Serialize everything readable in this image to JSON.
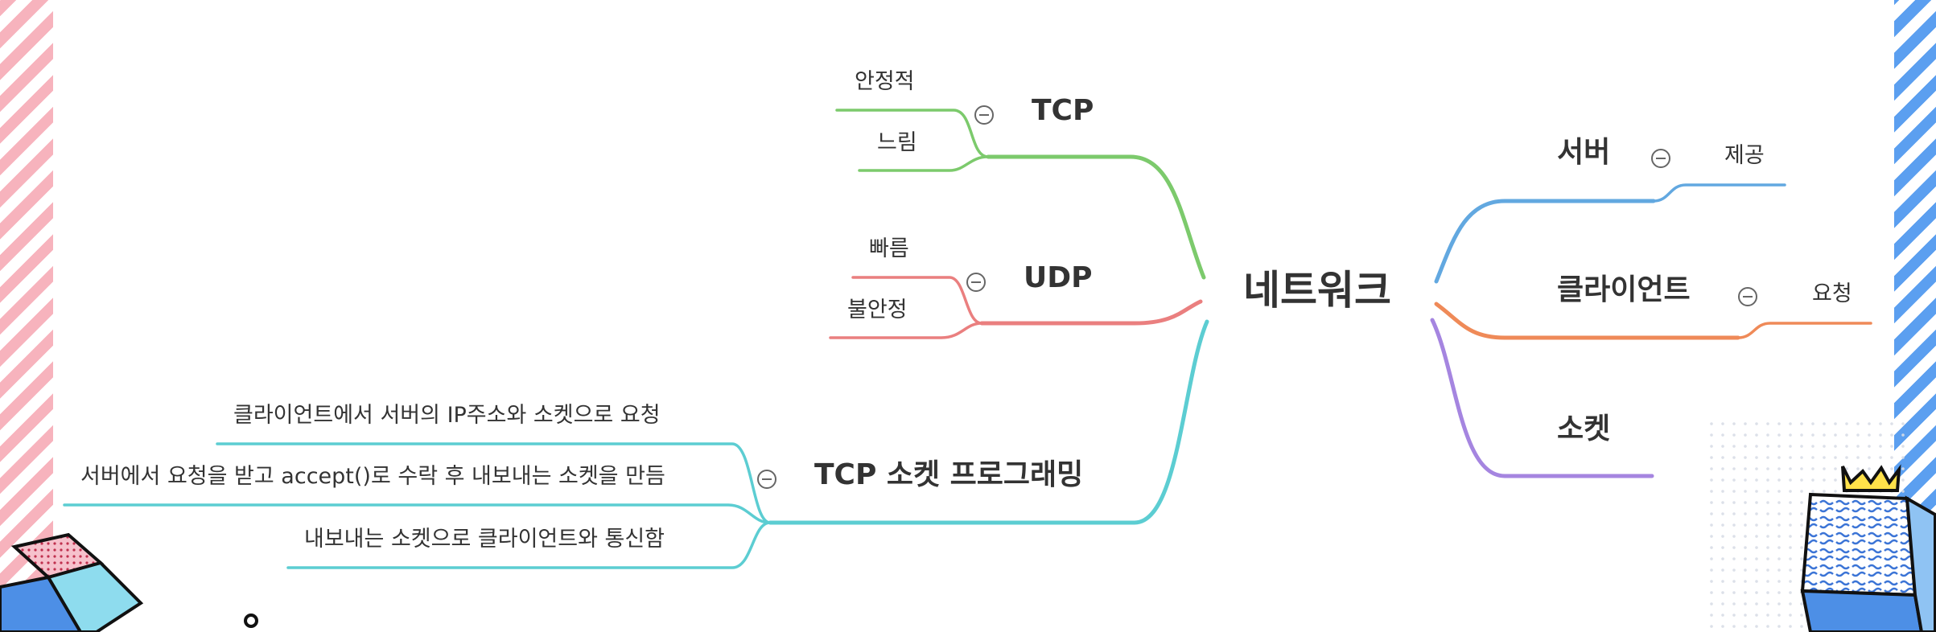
{
  "root": {
    "label": "네트워크"
  },
  "branches": {
    "tcp": {
      "label": "TCP",
      "children": [
        "안정적",
        "느림"
      ],
      "color": "#7cca6c"
    },
    "udp": {
      "label": "UDP",
      "children": [
        "빠름",
        "불안정"
      ],
      "color": "#ea7f7f"
    },
    "socket_programming": {
      "label": "TCP 소켓 프로그래밍",
      "children": [
        "클라이언트에서 서버의 IP주소와 소켓으로 요청",
        "서버에서 요청을 받고 accept()로 수락 후 내보내는 소켓을 만듬",
        "내보내는 소켓으로 클라이언트와 통신함"
      ],
      "color": "#5ccdd2"
    },
    "server": {
      "label": "서버",
      "children": [
        "제공"
      ],
      "color": "#62a8e0"
    },
    "client": {
      "label": "클라이언트",
      "children": [
        "요청"
      ],
      "color": "#ef8a58"
    },
    "socket": {
      "label": "소켓",
      "children": [],
      "color": "#a585e0"
    }
  },
  "decor": {
    "stripe_left_color": "#f7b3bd",
    "stripe_right_color": "#5b9ff0"
  }
}
